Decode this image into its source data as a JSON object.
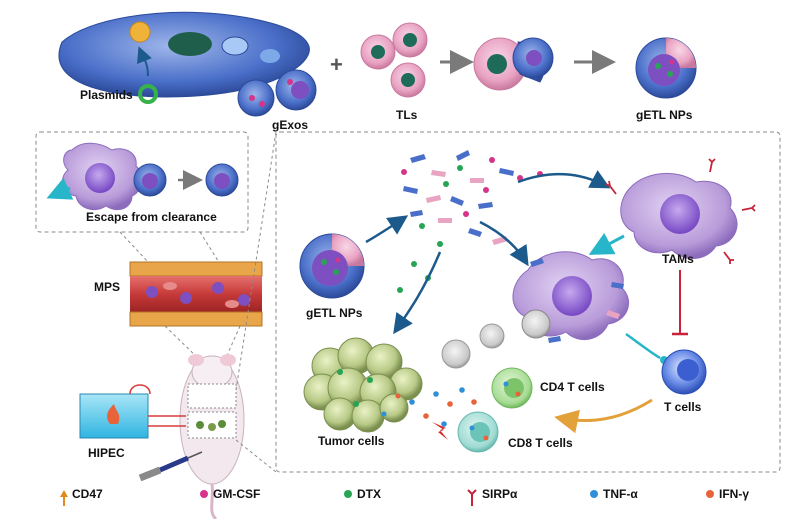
{
  "labels": {
    "plasmids": "Plasmids",
    "gexos": "gExos",
    "tls": "TLs",
    "getl_top": "gETL NPs",
    "escape": "Escape from clearance",
    "mps": "MPS",
    "hipec": "HIPEC",
    "getl_mid": "gETL NPs",
    "tams": "TAMs",
    "t_cells": "T cells",
    "cd4": "CD4 T cells",
    "cd8": "CD8 T cells",
    "tumor": "Tumor cells"
  },
  "legend": {
    "cd47": "CD47",
    "gmcsf": "GM-CSF",
    "dtx": "DTX",
    "sirpa": "SIRPα",
    "tnfa": "TNF-α",
    "ifng": "IFN-γ"
  },
  "colors": {
    "cd47": "#e08a1e",
    "gmcsf": "#d6338a",
    "dtx": "#27a555",
    "sirpa": "#c7243a",
    "tnfa": "#2f8fd8",
    "ifng": "#e8623a",
    "membrane_blue": "#4a6fc9",
    "membrane_pink": "#e9a3c3",
    "macrophage": "#b89bd9",
    "arrow_blue": "#1d5a8c",
    "arrow_orange": "#e3a13a",
    "arrow_grey": "#8a8a8a"
  }
}
